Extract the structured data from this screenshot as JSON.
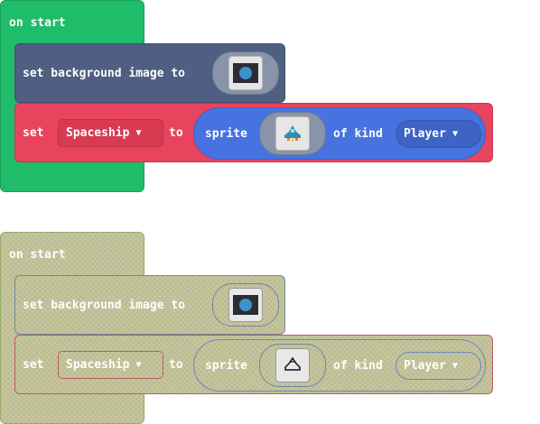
{
  "blocks": [
    {
      "style": "normal",
      "hat_label": "on start",
      "bg_stmt": {
        "label": "set background image to",
        "image_icon": "earth-image-icon"
      },
      "set_stmt": {
        "set_label": "set",
        "variable": "Spaceship",
        "to_label": "to",
        "sprite_label": "sprite",
        "sprite_icon": "spaceship-sprite-icon",
        "kind_label": "of kind",
        "kind": "Player"
      }
    },
    {
      "style": "disabled",
      "hat_label": "on start",
      "bg_stmt": {
        "label": "set background image to",
        "image_icon": "earth-image-icon"
      },
      "set_stmt": {
        "set_label": "set",
        "variable": "Spaceship",
        "to_label": "to",
        "sprite_label": "sprite",
        "sprite_icon": "spaceship-outline-icon",
        "kind_label": "of kind",
        "kind": "Player"
      }
    }
  ],
  "colors": {
    "on_start_hat": "#1fbc6a",
    "scene_block": "#4e5f82",
    "sprites_block": "#e8445d",
    "sprite_pill": "#4673e0",
    "disabled_fill": "#c9c98c"
  }
}
